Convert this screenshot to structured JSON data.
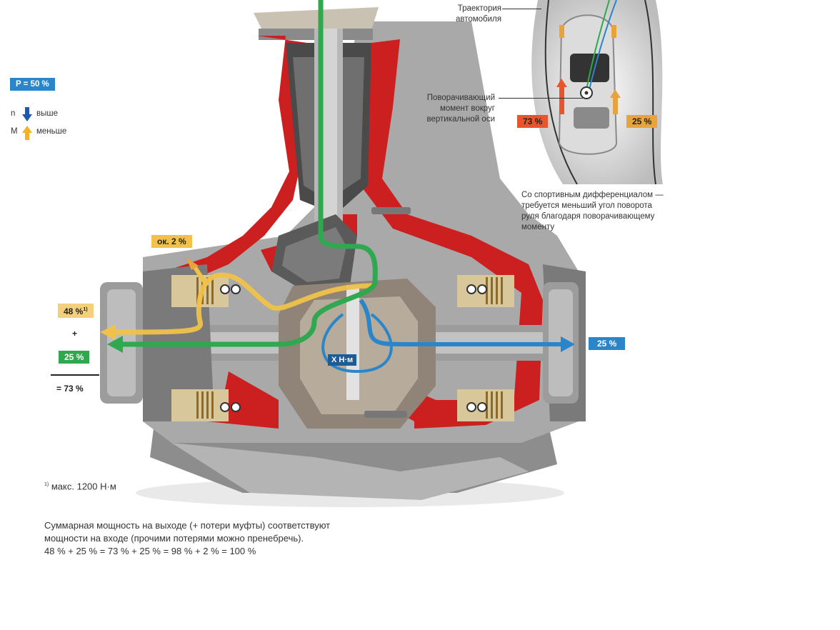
{
  "legend": {
    "power_badge": "P = 50 %",
    "row1_symbol": "n",
    "row1_text": "выше",
    "row2_symbol": "M",
    "row2_text": "меньше",
    "arrow_down_color": "#1e5aa8",
    "arrow_up_color": "#f6b12b"
  },
  "left_output": {
    "label_about": "ок. 2 %",
    "label_48": "48 %",
    "label_48_sup": "1)",
    "plus": "+",
    "label_25": "25 %",
    "total": "= 73 %"
  },
  "right_output": {
    "label_25": "25 %"
  },
  "center": {
    "torque_box": "X Н·м"
  },
  "car_panel": {
    "trajectory_label_line1": "Траектория",
    "trajectory_label_line2": "автомобиля",
    "moment_label_line1": "Поворачивающий",
    "moment_label_line2": "момент вокруг",
    "moment_label_line3": "вертикальной оси",
    "left_wheel_pct": "73 %",
    "right_wheel_pct": "25 %",
    "caption_line1": "Со спортивным дифференциалом —",
    "caption_line2": "требуется меньший угол поворота",
    "caption_line3": "руля благодаря поворачивающему",
    "caption_line4": "моменту"
  },
  "footnote": {
    "marker": "1)",
    "text": "макс. 1200 Н·м"
  },
  "summary": {
    "line1": "Суммарная мощность на выходе (+ потери муфты) соответствуют",
    "line2": "мощности на входе (прочими потерями можно пренебречь).",
    "line3": "48 % + 25 % = 73 % + 25 % = 98 % + 2 % = 100 %"
  },
  "colors": {
    "green": "#2fa84f",
    "yellow": "#f0c24a",
    "blue": "#2b86c9",
    "orange": "#e8a33d",
    "red_orange": "#e8552a",
    "housing_red": "#cc1f1f",
    "housing_gray": "#9a9a9a"
  }
}
